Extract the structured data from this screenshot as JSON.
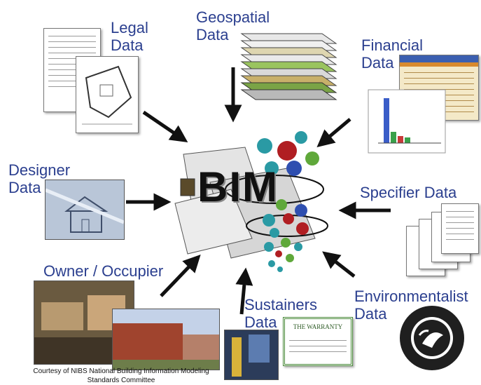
{
  "center": {
    "title": "BIM"
  },
  "sources": {
    "legal": {
      "line1": "Legal",
      "line2": "Data"
    },
    "geospatial": {
      "line1": "Geospatial",
      "line2": "Data"
    },
    "financial": {
      "line1": "Financial",
      "line2": "Data"
    },
    "designer": {
      "line1": "Designer",
      "line2": "Data"
    },
    "specifier": {
      "line1": "Specifier Data"
    },
    "owner": {
      "line1": "Owner / Occupier"
    },
    "sustainers": {
      "line1": "Sustainers",
      "line2": "Data"
    },
    "environmentalist": {
      "line1": "Environmentalist",
      "line2": "Data"
    }
  },
  "warranty": {
    "title": "THE WARRANTY"
  },
  "credit": {
    "line1": "Courtesy of NIBS National Building Information Modeling",
    "line2": "Standards Committee"
  },
  "colors": {
    "label": "#2b3f8f",
    "arrow": "#111111"
  }
}
